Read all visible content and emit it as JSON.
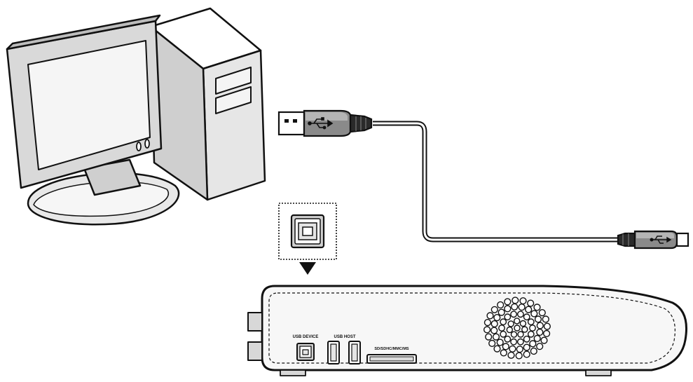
{
  "device_labels": {
    "usb_device": "USB DEVICE",
    "usb_host": "USB HOST",
    "card_slot": "SD/SDHC/MMC/MS"
  },
  "colors": {
    "line": "#111111",
    "screen": "#f3f3f3",
    "shade": "#d6d6d6",
    "dark_shade": "#8a8a8a",
    "connector_dark": "#2a2a2a"
  },
  "icons": {
    "usb": "usb-trident-icon",
    "arrow": "down-triangle-icon"
  }
}
